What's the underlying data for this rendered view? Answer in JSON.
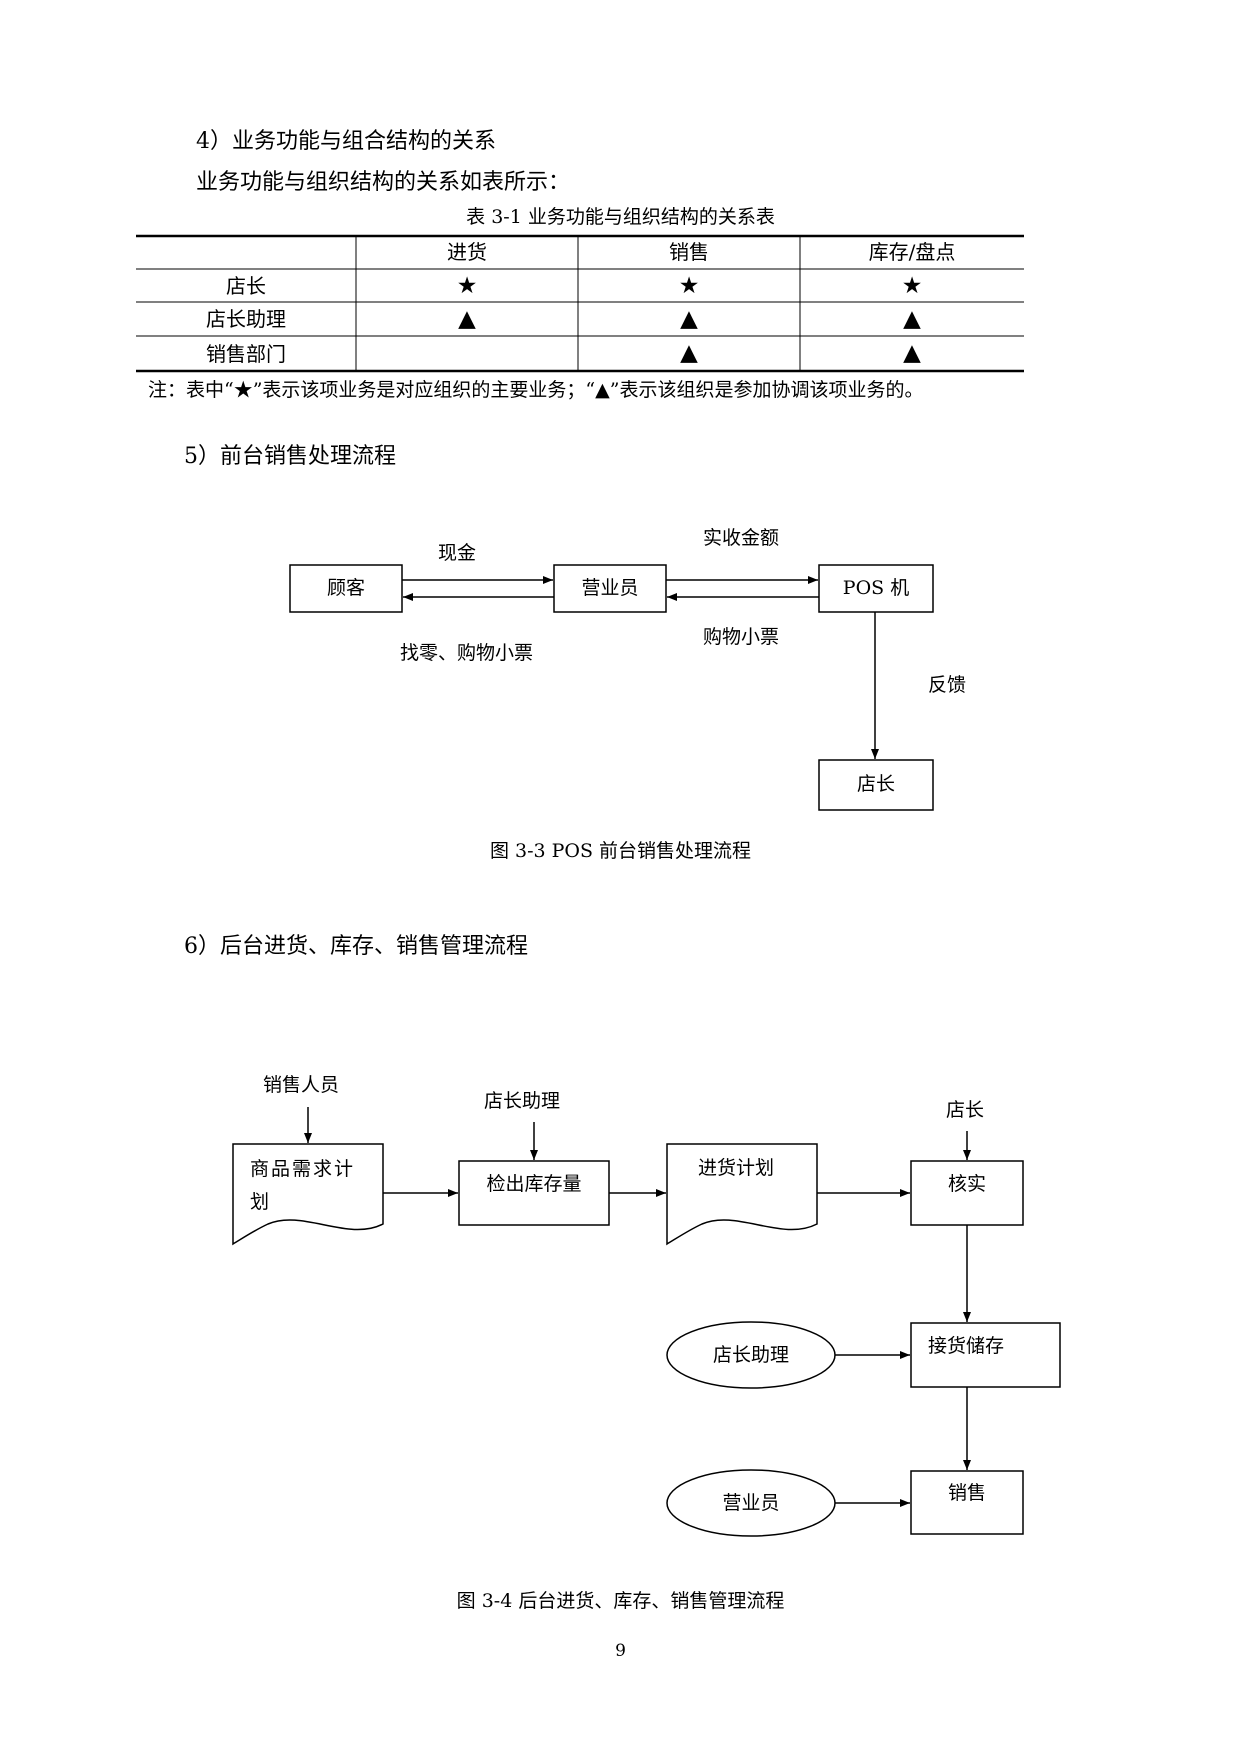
{
  "section4": {
    "heading": "4）业务功能与组合结构的关系",
    "intro": "业务功能与组织结构的关系如表所示：",
    "table_caption": "表 3-1  业务功能与组织结构的关系表",
    "columns": [
      "",
      "进货",
      "销售",
      "库存/盘点"
    ],
    "rows": [
      {
        "role": "店长",
        "cells": [
          "★",
          "★",
          "★"
        ]
      },
      {
        "role": "店长助理",
        "cells": [
          "▲",
          "▲",
          "▲"
        ]
      },
      {
        "role": "销售部门",
        "cells": [
          "",
          "▲",
          "▲"
        ]
      }
    ],
    "note": "注：表中“★”表示该项业务是对应组织的主要业务；“▲”表示该组织是参加协调该项业务的。"
  },
  "section5": {
    "heading": "5）前台销售处理流程",
    "nodes": {
      "customer": "顾客",
      "clerk": "营业员",
      "pos": "POS 机",
      "manager": "店长"
    },
    "edges": {
      "cash": "现金",
      "change": "找零、购物小票",
      "amount": "实收金额",
      "receipt": "购物小票",
      "feedback": "反馈"
    },
    "caption": "图 3-3 POS 前台销售处理流程"
  },
  "section6": {
    "heading": "6）后台进货、库存、销售管理流程",
    "actors": {
      "sales_staff": "销售人员",
      "assistant_top": "店长助理",
      "manager": "店长",
      "assistant_oval": "店长助理",
      "clerk_oval": "营业员"
    },
    "nodes": {
      "demand_line1": "商品需求计",
      "demand_line2": "划",
      "check_stock": "检出库存量",
      "purchase_plan": "进货计划",
      "verify": "核实",
      "receive_store": "接货储存",
      "sell": "销售"
    },
    "caption": "图 3-4  后台进货、库存、销售管理流程"
  },
  "page_number": "9"
}
